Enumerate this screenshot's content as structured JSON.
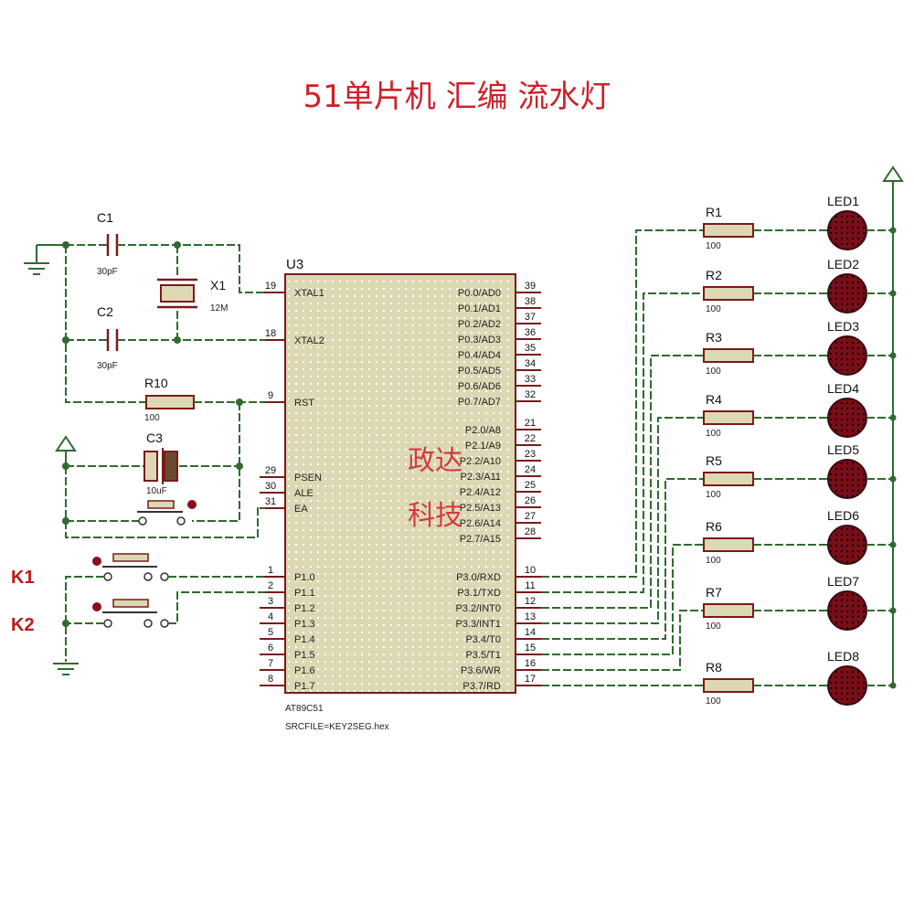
{
  "title": "51单片机 汇编 流水灯",
  "watermark": [
    "政达",
    "科技"
  ],
  "chip": {
    "ref": "U3",
    "part": "AT89C51",
    "srcfile": "SRCFILE=KEY2SEG.hex",
    "left_pins": [
      {
        "num": "19",
        "name": "XTAL1"
      },
      {
        "num": "18",
        "name": "XTAL2"
      },
      {
        "num": "9",
        "name": "RST"
      },
      {
        "num": "29",
        "name": "PSEN"
      },
      {
        "num": "30",
        "name": "ALE"
      },
      {
        "num": "31",
        "name": "EA"
      },
      {
        "num": "1",
        "name": "P1.0"
      },
      {
        "num": "2",
        "name": "P1.1"
      },
      {
        "num": "3",
        "name": "P1.2"
      },
      {
        "num": "4",
        "name": "P1.3"
      },
      {
        "num": "5",
        "name": "P1.4"
      },
      {
        "num": "6",
        "name": "P1.5"
      },
      {
        "num": "7",
        "name": "P1.6"
      },
      {
        "num": "8",
        "name": "P1.7"
      }
    ],
    "right_pins": [
      {
        "num": "39",
        "name": "P0.0/AD0"
      },
      {
        "num": "38",
        "name": "P0.1/AD1"
      },
      {
        "num": "37",
        "name": "P0.2/AD2"
      },
      {
        "num": "36",
        "name": "P0.3/AD3"
      },
      {
        "num": "35",
        "name": "P0.4/AD4"
      },
      {
        "num": "34",
        "name": "P0.5/AD5"
      },
      {
        "num": "33",
        "name": "P0.6/AD6"
      },
      {
        "num": "32",
        "name": "P0.7/AD7"
      },
      {
        "num": "21",
        "name": "P2.0/A8"
      },
      {
        "num": "22",
        "name": "P2.1/A9"
      },
      {
        "num": "23",
        "name": "P2.2/A10"
      },
      {
        "num": "24",
        "name": "P2.3/A11"
      },
      {
        "num": "25",
        "name": "P2.4/A12"
      },
      {
        "num": "26",
        "name": "P2.5/A13"
      },
      {
        "num": "27",
        "name": "P2.6/A14"
      },
      {
        "num": "28",
        "name": "P2.7/A15"
      },
      {
        "num": "10",
        "name": "P3.0/RXD"
      },
      {
        "num": "11",
        "name": "P3.1/TXD"
      },
      {
        "num": "12",
        "name": "P3.2/INT0"
      },
      {
        "num": "13",
        "name": "P3.3/INT1"
      },
      {
        "num": "14",
        "name": "P3.4/T0"
      },
      {
        "num": "15",
        "name": "P3.5/T1"
      },
      {
        "num": "16",
        "name": "P3.6/WR"
      },
      {
        "num": "17",
        "name": "P3.7/RD"
      }
    ]
  },
  "components": {
    "c1": {
      "ref": "C1",
      "value": "30pF"
    },
    "c2": {
      "ref": "C2",
      "value": "30pF"
    },
    "x1": {
      "ref": "X1",
      "value": "12M"
    },
    "r10": {
      "ref": "R10",
      "value": "100"
    },
    "c3": {
      "ref": "C3",
      "value": "10uF"
    }
  },
  "keys": [
    "K1",
    "K2"
  ],
  "resistors": [
    {
      "ref": "R1",
      "value": "100"
    },
    {
      "ref": "R2",
      "value": "100"
    },
    {
      "ref": "R3",
      "value": "100"
    },
    {
      "ref": "R4",
      "value": "100"
    },
    {
      "ref": "R5",
      "value": "100"
    },
    {
      "ref": "R6",
      "value": "100"
    },
    {
      "ref": "R7",
      "value": "100"
    },
    {
      "ref": "R8",
      "value": "100"
    }
  ],
  "leds": [
    "LED1",
    "LED2",
    "LED3",
    "LED4",
    "LED5",
    "LED6",
    "LED7",
    "LED8"
  ]
}
